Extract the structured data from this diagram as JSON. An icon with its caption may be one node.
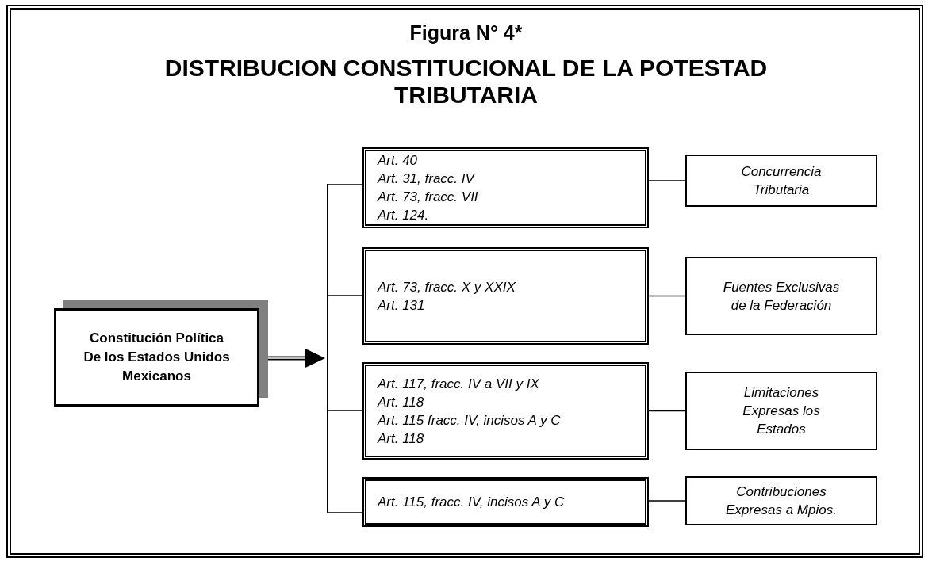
{
  "diagram": {
    "title": "Figura N° 4*",
    "nodes": [
      {
        "text": [
          "Constitución Política De los Estados Unidos Mexicanos"
        ]
      },
      {
        "text": [
          "Art. 40",
          "Art. 31, fracc. IV",
          "Art. 73, fracc. VII",
          "Art. 124."
        ]
      },
      {
        "text": [
          "Concurrencia Tributaria"
        ]
      },
      {
        "text": [
          "Art. 73, fracc. X y XXIX",
          "Art. 131"
        ]
      },
      {
        "text": [
          "Fuentes Exclusivas de la Federación"
        ]
      },
      {
        "text": [
          "Art. 117, fracc. IV a VII y IX",
          "Art. 118",
          "Art. 115 fracc. IV, incisos A y C",
          "Art. 118"
        ]
      },
      {
        "text": [
          "Limitaciones Expresas los Estados"
        ]
      },
      {
        "text": [
          "Art. 115, fracc. IV, incisos A y C"
        ]
      },
      {
        "text": [
          "Contribuciones Expresas a Mpios."
        ]
      },
      {
        "text": [],
        "shape": "bar"
      }
    ],
    "edges": [
      {
        "from": 0,
        "to": 9,
        "arrow": "to",
        "style": "thick"
      },
      {
        "from": 9,
        "to": 1,
        "arrow": "none"
      },
      {
        "from": 9,
        "to": 3,
        "arrow": "none"
      },
      {
        "from": 9,
        "to": 5,
        "arrow": "none"
      },
      {
        "from": 9,
        "to": 7,
        "arrow": "none"
      },
      {
        "from": 1,
        "to": 2,
        "arrow": "none"
      },
      {
        "from": 3,
        "to": 4,
        "arrow": "none"
      },
      {
        "from": 5,
        "to": 6,
        "arrow": "none"
      },
      {
        "from": 7,
        "to": 8,
        "arrow": "none"
      }
    ],
    "labels": [
      "DISTRIBUCION CONSTITUCIONAL DE LA POTESTAD TRIBUTARIA"
    ]
  }
}
